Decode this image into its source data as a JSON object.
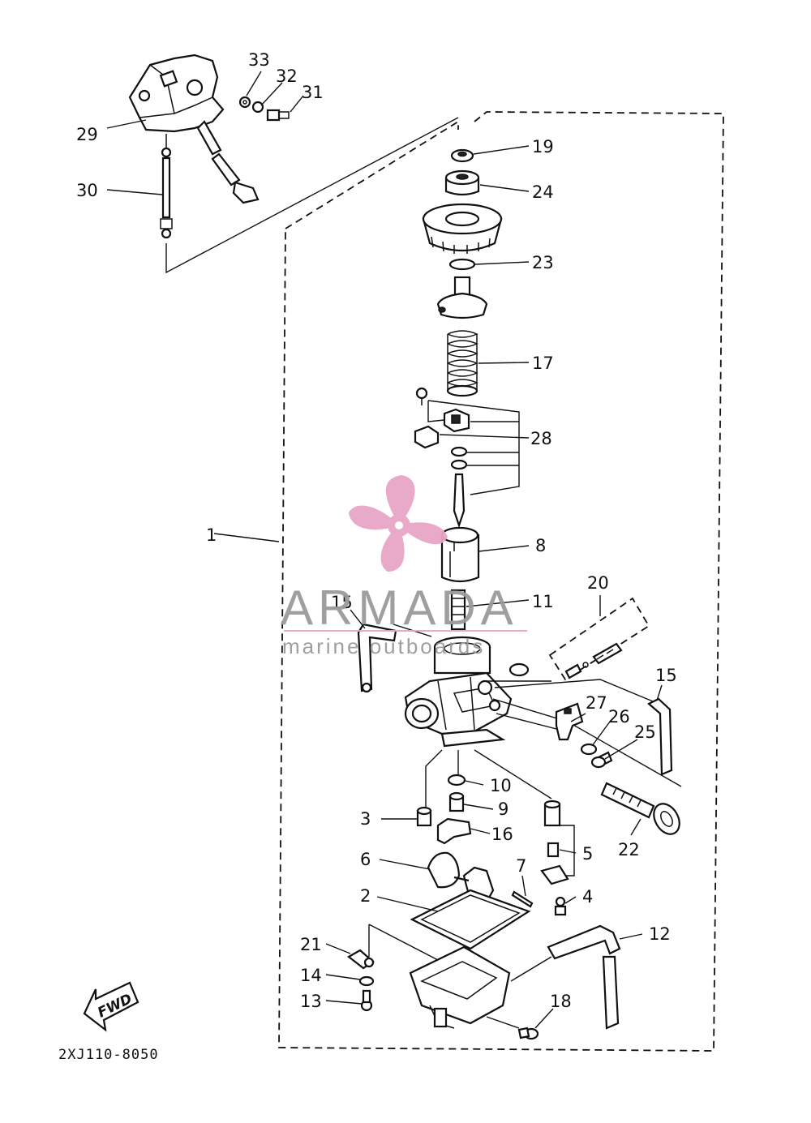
{
  "diagram": {
    "code": "2XJ110-8050",
    "fwd_label": "FWD",
    "part_numbers": [
      "1",
      "2",
      "3",
      "4",
      "5",
      "6",
      "7",
      "8",
      "9",
      "10",
      "11",
      "12",
      "13",
      "14",
      "15",
      "15",
      "16",
      "17",
      "18",
      "19",
      "20",
      "21",
      "22",
      "23",
      "24",
      "25",
      "26",
      "27",
      "28",
      "29",
      "30",
      "31",
      "32",
      "33"
    ]
  },
  "watermark": {
    "brand": "ARMADA",
    "tagline": "marine outboards",
    "colors": {
      "pink": "#e8a6c8",
      "gray": "#9a9a9a"
    }
  }
}
